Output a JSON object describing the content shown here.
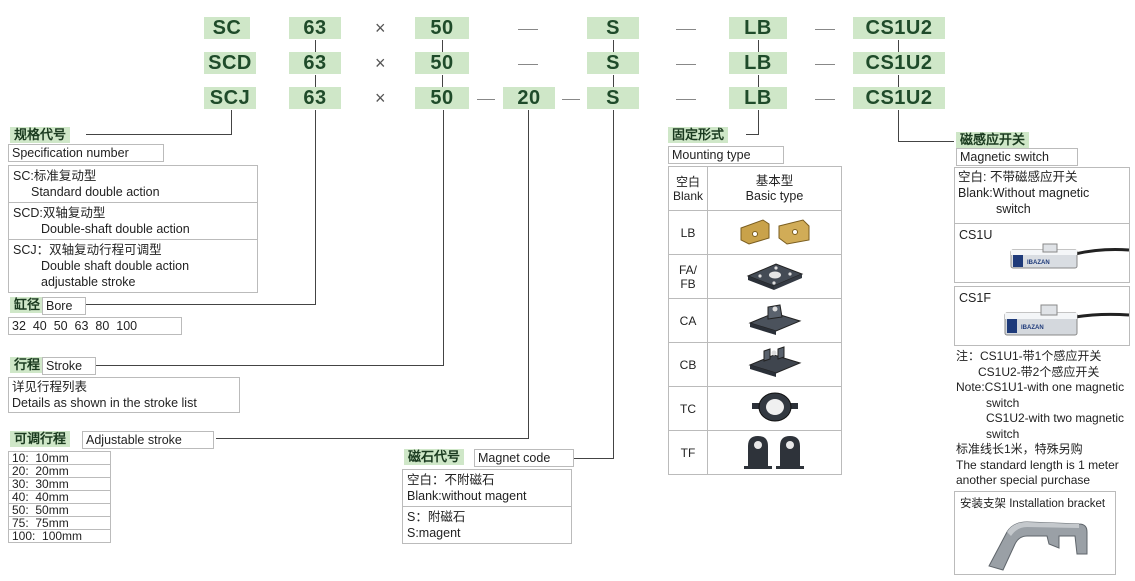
{
  "model_rows": [
    {
      "series": "SC",
      "bore": "63",
      "x": "×",
      "stroke": "50",
      "adj": "",
      "magnet": "S",
      "mount": "LB",
      "switch": "CS1U2"
    },
    {
      "series": "SCD",
      "bore": "63",
      "x": "×",
      "stroke": "50",
      "adj": "",
      "magnet": "S",
      "mount": "LB",
      "switch": "CS1U2"
    },
    {
      "series": "SCJ",
      "bore": "63",
      "x": "×",
      "stroke": "50",
      "adj": "20",
      "magnet": "S",
      "mount": "LB",
      "switch": "CS1U2"
    }
  ],
  "spec": {
    "title": "规格代号",
    "subtitle": "Specification number",
    "items": [
      {
        "cn": "SC:标准复动型",
        "en": [
          "Standard double action"
        ]
      },
      {
        "cn": "SCD:双轴复动型",
        "en": [
          "Double-shaft double action"
        ]
      },
      {
        "cn": "SCJ：双轴复动行程可调型",
        "en": [
          "Double shaft double action",
          "adjustable stroke"
        ]
      }
    ]
  },
  "bore": {
    "title": "缸径",
    "subtitle": "Bore",
    "values": "32  40  50  63  80  100"
  },
  "stroke": {
    "title": "行程",
    "subtitle": "Stroke",
    "line1": "详见行程列表",
    "line2": "Details as shown in the stroke list"
  },
  "adjust": {
    "title": "可调行程",
    "subtitle": "Adjustable stroke",
    "rows": [
      "10:  10mm",
      "20:  20mm",
      "30:  30mm",
      "40:  40mm",
      "50:  50mm",
      "75:  75mm",
      "100:  100mm"
    ]
  },
  "magnet": {
    "title": "磁石代号",
    "subtitle": "Magnet code",
    "blank_cn": "空白：不附磁石",
    "blank_en": "Blank:without magent",
    "s_cn": "S：附磁石",
    "s_en": "S:magent"
  },
  "mount": {
    "title": "固定形式",
    "subtitle": "Mounting type",
    "header_code": [
      "空白",
      "Blank"
    ],
    "header_desc": [
      "基本型",
      "Basic type"
    ],
    "rows": [
      {
        "code": "LB",
        "icon": "lb-bracket-icon"
      },
      {
        "code": "FA/\nFB",
        "icon": "flange-plate-icon"
      },
      {
        "code": "CA",
        "icon": "single-clevis-icon"
      },
      {
        "code": "CB",
        "icon": "double-clevis-icon"
      },
      {
        "code": "TC",
        "icon": "trunnion-icon"
      },
      {
        "code": "TF",
        "icon": "trunnion-foot-icon"
      }
    ]
  },
  "switch": {
    "title": "磁感应开关",
    "subtitle": "Magnetic switch",
    "blank_cn": "空白: 不带磁感应开关",
    "blank_en1": "Blank:Without magnetic",
    "blank_en2": "switch",
    "cs1u": "CS1U",
    "cs1f": "CS1F",
    "brand": "IBAZAN",
    "note_cn1": "注：CS1U1-带1个感应开关",
    "note_cn2": "CS1U2-带2个感应开关",
    "note_en1": "Note:CS1U1-with one magnetic",
    "note_en2": "switch",
    "note_en3": "CS1U2-with two magnetic",
    "note_en4": "switch",
    "cable_cn": "标准线长1米，特殊另购",
    "cable_en1": "The standard length is 1 meter",
    "cable_en2": "another special purchase",
    "bracket": "安装支架 Installation bracket"
  },
  "colors": {
    "tag_bg": "#cfe7c8",
    "code_text": "#1f4b2a"
  }
}
